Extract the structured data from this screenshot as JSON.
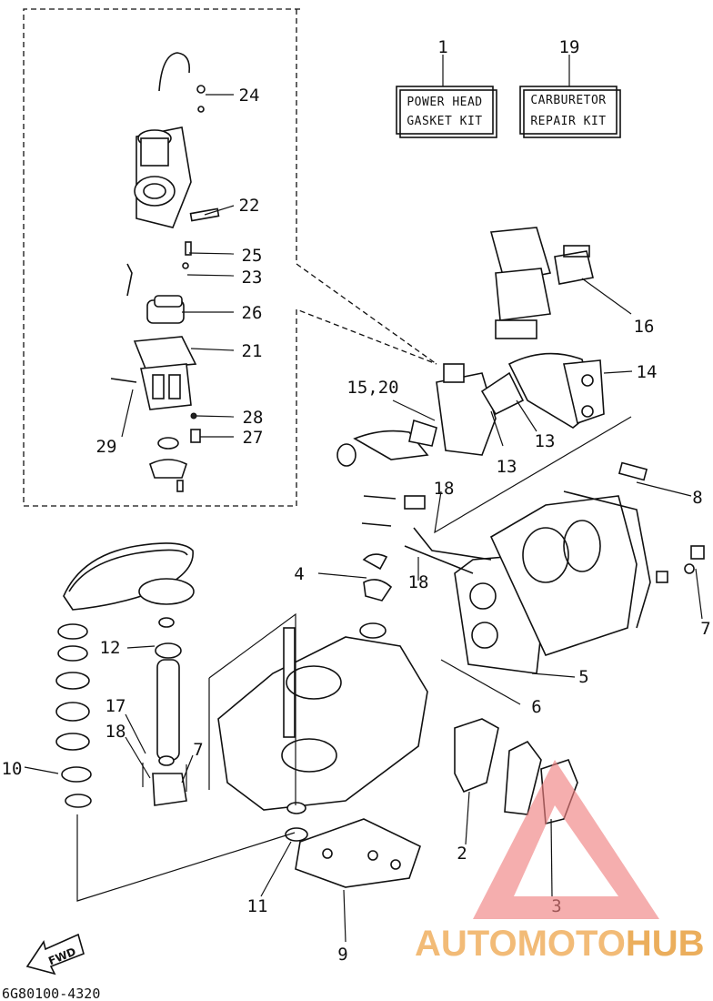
{
  "kits": [
    {
      "number": "1",
      "line1": "POWER HEAD",
      "line2": "GASKET KIT"
    },
    {
      "number": "19",
      "line1": "CARBURETOR",
      "line2": "REPAIR KIT"
    }
  ],
  "callouts": {
    "c2": "2",
    "c3": "3",
    "c4": "4",
    "c5": "5",
    "c6": "6",
    "c7a": "7",
    "c7b": "7",
    "c8": "8",
    "c9": "9",
    "c10": "10",
    "c11": "11",
    "c12": "12",
    "c13a": "13",
    "c13b": "13",
    "c14": "14",
    "c15_20": "15,20",
    "c16": "16",
    "c17": "17",
    "c18a": "18",
    "c18b": "18",
    "c18c": "18",
    "c21": "21",
    "c22": "22",
    "c23": "23",
    "c24": "24",
    "c25": "25",
    "c26": "26",
    "c27": "27",
    "c28": "28",
    "c29": "29"
  },
  "fwd_label": "FWD",
  "doc_code": "6G80100-4320",
  "watermark": {
    "part1": "AUTOMOTO",
    "part2": "HUB",
    "color1": "#f0b060",
    "color2": "#e8a040",
    "triangle_color": "#f08080"
  }
}
